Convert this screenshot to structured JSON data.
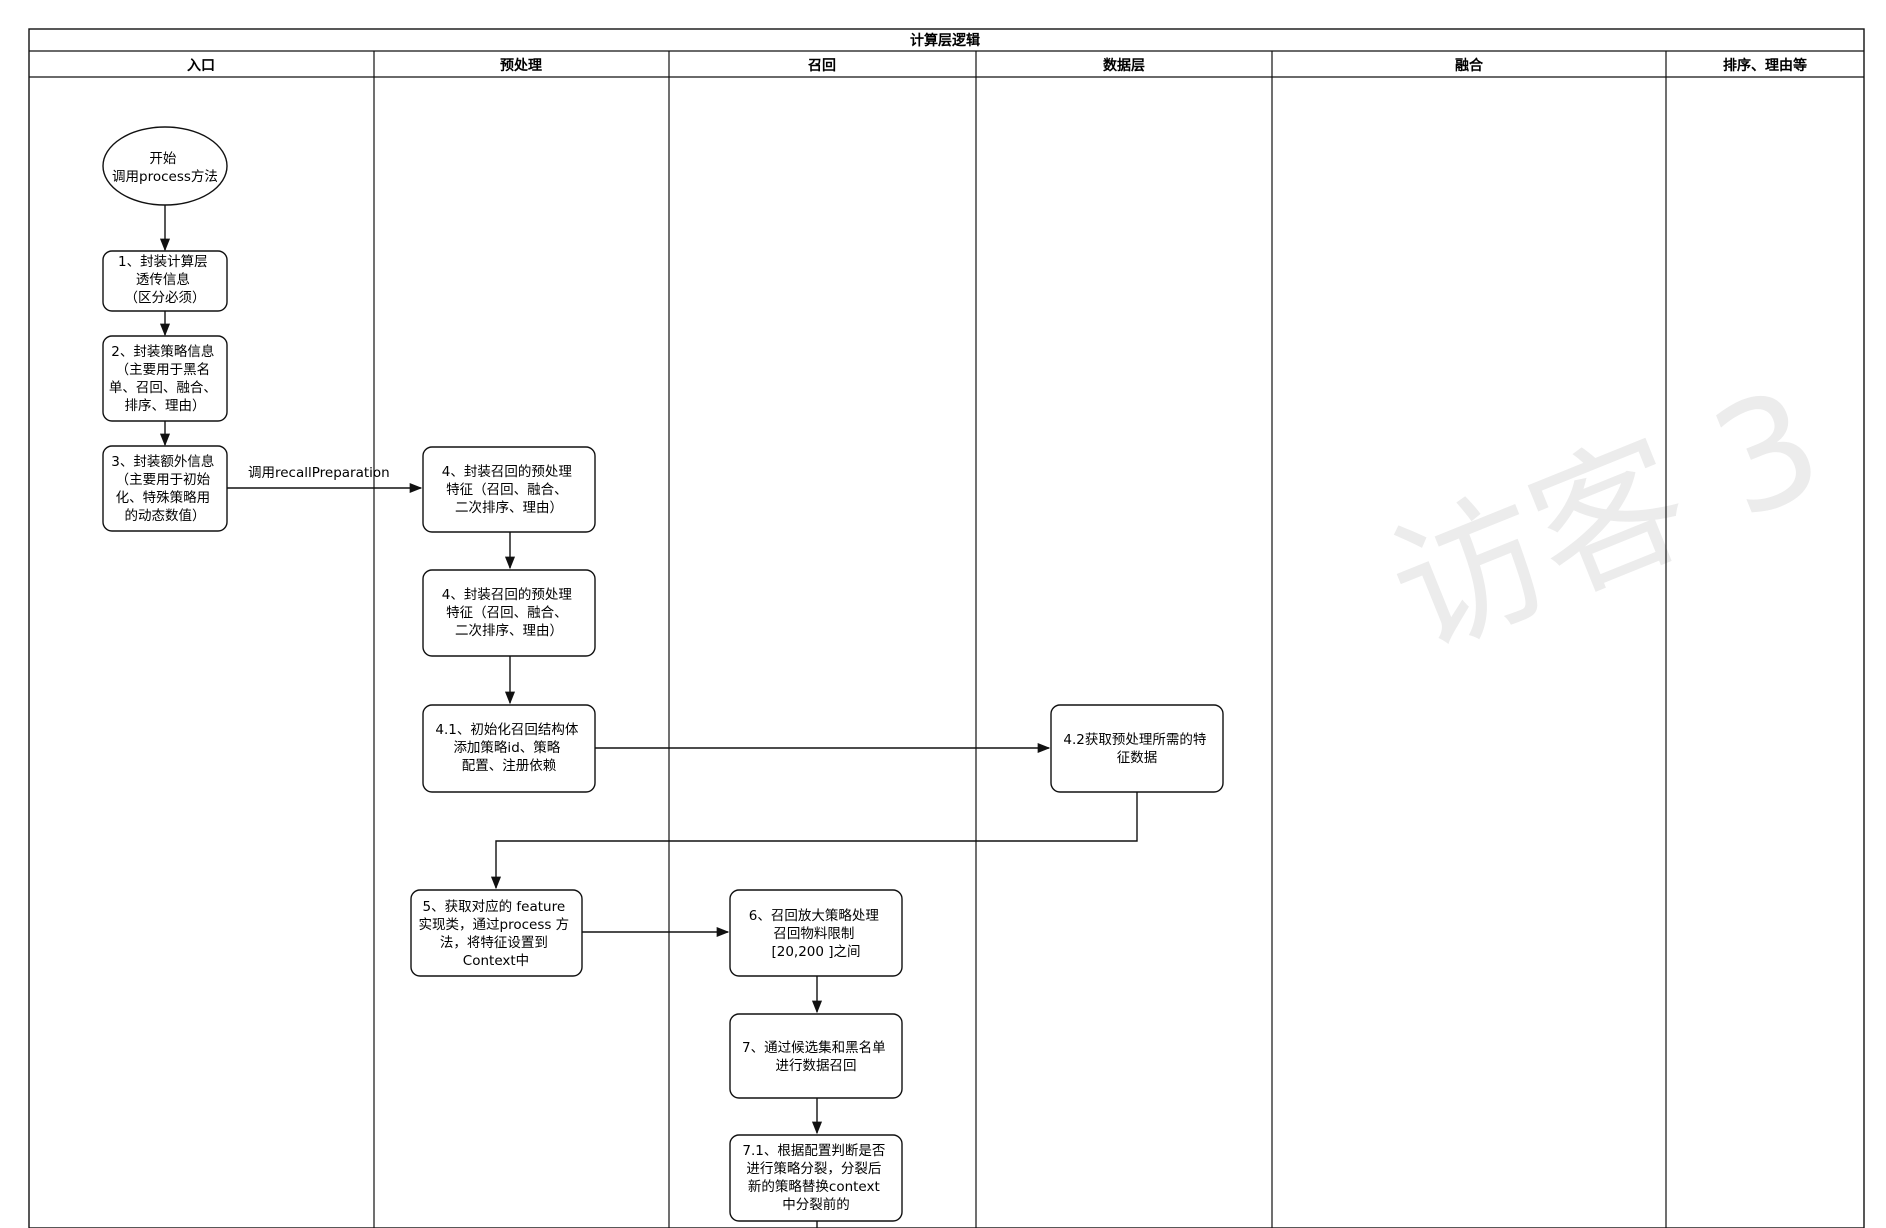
{
  "title": "计算层逻辑",
  "lanes": [
    {
      "id": "lane-entry",
      "label": "入口"
    },
    {
      "id": "lane-preprocess",
      "label": "预处理"
    },
    {
      "id": "lane-recall",
      "label": "召回"
    },
    {
      "id": "lane-data",
      "label": "数据层"
    },
    {
      "id": "lane-fusion",
      "label": "融合"
    },
    {
      "id": "lane-rank",
      "label": "排序、理由等"
    }
  ],
  "nodes": [
    {
      "id": "start",
      "shape": "ellipse",
      "lines": [
        "开始",
        "调用process方法"
      ]
    },
    {
      "id": "step-1",
      "shape": "rect",
      "lines": [
        "1、封装计算层",
        "透传信息",
        "（区分必须）"
      ]
    },
    {
      "id": "step-2",
      "shape": "rect",
      "lines": [
        "2、封装策略信息",
        "（主要用于黑名",
        "单、召回、融合、",
        "排序、理由）"
      ]
    },
    {
      "id": "step-3",
      "shape": "rect",
      "lines": [
        "3、封装额外信息",
        "（主要用于初始",
        "化、特殊策略用",
        "的动态数值）"
      ]
    },
    {
      "id": "step-4a",
      "shape": "rect",
      "lines": [
        "4、封装召回的预处理",
        "特征（召回、融合、",
        "二次排序、理由）"
      ]
    },
    {
      "id": "step-4b",
      "shape": "rect",
      "lines": [
        "4、封装召回的预处理",
        "特征（召回、融合、",
        "二次排序、理由）"
      ]
    },
    {
      "id": "step-4-1",
      "shape": "rect",
      "lines": [
        "4.1、初始化召回结构体",
        "添加策略id、策略",
        "配置、注册依赖"
      ]
    },
    {
      "id": "step-4-2",
      "shape": "rect",
      "lines": [
        "4.2获取预处理所需的特",
        "征数据"
      ]
    },
    {
      "id": "step-5",
      "shape": "rect",
      "lines": [
        "5、获取对应的 feature",
        "实现类，通过process 方",
        "法，将特征设置到",
        "Context中"
      ]
    },
    {
      "id": "step-6",
      "shape": "rect",
      "lines": [
        "6、召回放大策略处理",
        "召回物料限制",
        "[20,200 ]之间"
      ]
    },
    {
      "id": "step-7",
      "shape": "rect",
      "lines": [
        "7、通过候选集和黑名单",
        "进行数据召回"
      ]
    },
    {
      "id": "step-7-1",
      "shape": "rect",
      "lines": [
        "7.1、根据配置判断是否",
        "进行策略分裂，分裂后",
        "新的策略替换context",
        "中分裂前的"
      ]
    }
  ],
  "edges": [
    {
      "from": "start",
      "to": "step-1",
      "label": ""
    },
    {
      "from": "step-1",
      "to": "step-2",
      "label": ""
    },
    {
      "from": "step-2",
      "to": "step-3",
      "label": ""
    },
    {
      "from": "step-3",
      "to": "step-4a",
      "label": "调用recallPreparation"
    },
    {
      "from": "step-4a",
      "to": "step-4b",
      "label": ""
    },
    {
      "from": "step-4b",
      "to": "step-4-1",
      "label": ""
    },
    {
      "from": "step-4-1",
      "to": "step-4-2",
      "label": ""
    },
    {
      "from": "step-4-2",
      "to": "step-5",
      "label": ""
    },
    {
      "from": "step-5",
      "to": "step-6",
      "label": ""
    },
    {
      "from": "step-6",
      "to": "step-7",
      "label": ""
    },
    {
      "from": "step-7",
      "to": "step-7-1",
      "label": ""
    }
  ],
  "watermark": "访客 3",
  "colors": {
    "line": "#111111",
    "watermark": "#ececec",
    "background": "#ffffff"
  }
}
